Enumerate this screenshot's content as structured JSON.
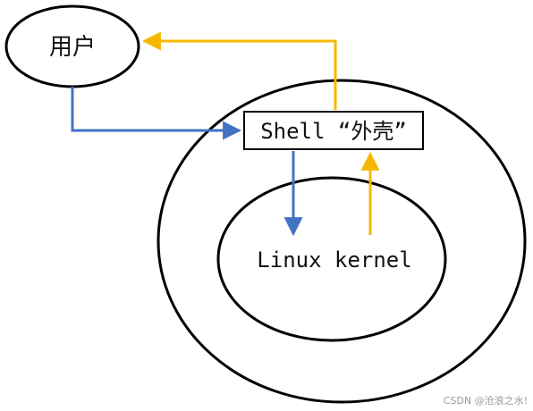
{
  "nodes": {
    "user": {
      "label": "用户"
    },
    "shell": {
      "label": "Shell “外壳”"
    },
    "kernel": {
      "label": "Linux kernel"
    }
  },
  "watermark": "CSDN @沧浪之水!",
  "colors": {
    "request_arrow": "#4472c4",
    "response_arrow": "#f5b800",
    "outline": "#000000"
  }
}
